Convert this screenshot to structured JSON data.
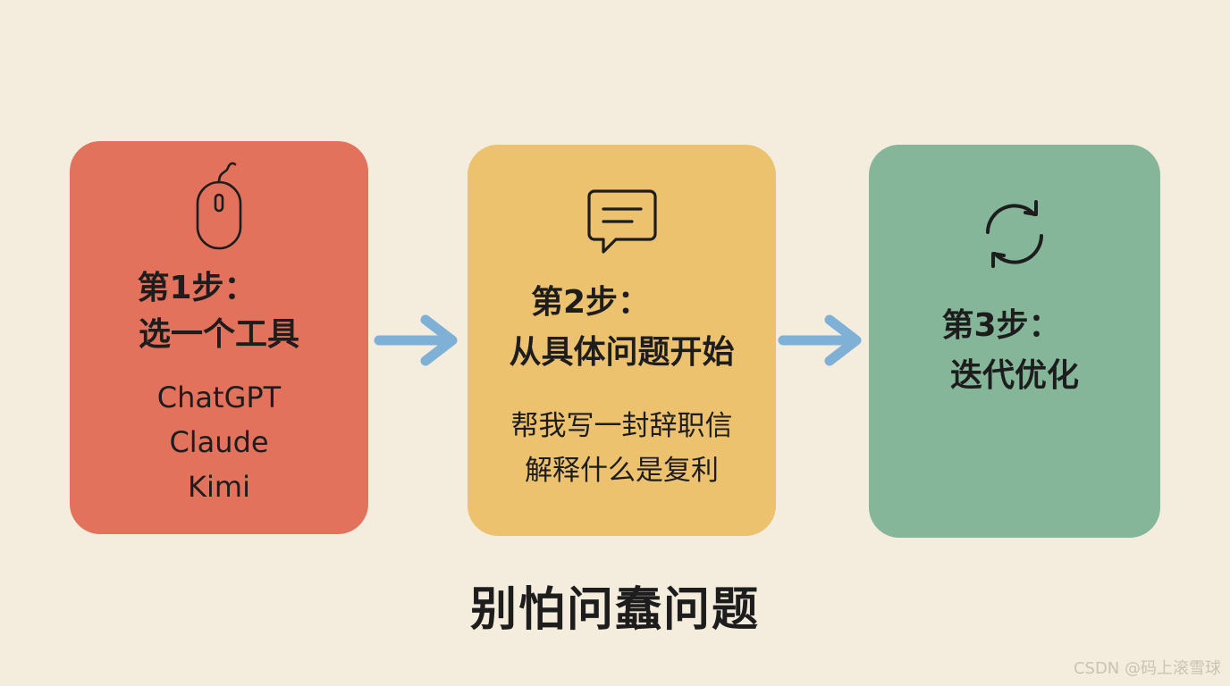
{
  "steps": [
    {
      "icon": "mouse-icon",
      "title_line1": "第1步：",
      "title_line2": "选一个工具",
      "examples": [
        "ChatGPT",
        "Claude",
        "Kimi"
      ],
      "color": "#e2725b"
    },
    {
      "icon": "chat-bubble-icon",
      "title_line1": "第2步：",
      "title_line2": "从具体问题开始",
      "examples": [
        "帮我写一封辞职信",
        "解释什么是复利"
      ],
      "color": "#ecc26e"
    },
    {
      "icon": "refresh-cycle-icon",
      "title_line1": "第3步：",
      "title_line2": "迭代优化",
      "color": "#86b69a"
    }
  ],
  "arrow_color": "#7fb0d6",
  "footer_title": "别怕问蠢问题",
  "watermark": "CSDN @码上滚雪球"
}
